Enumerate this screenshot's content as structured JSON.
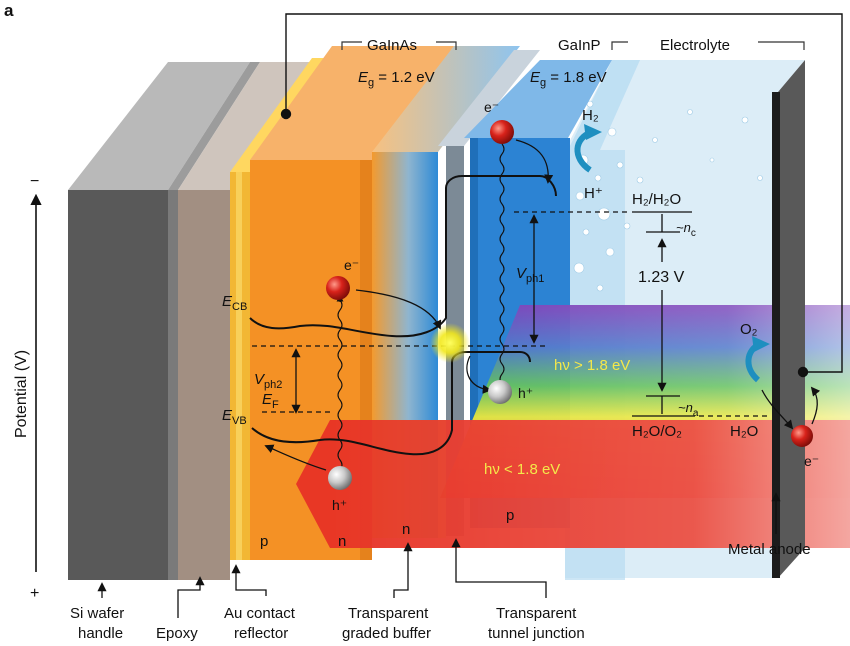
{
  "panel_label": "a",
  "axis": {
    "label": "Potential (V)",
    "minus": "−",
    "plus": "+"
  },
  "headers": {
    "gainas": "GaInAs",
    "gainp": "GaInP",
    "electrolyte": "Electrolyte"
  },
  "bandgaps": {
    "gainas": {
      "sym": "E",
      "sub": "g",
      "value": " = 1.2 eV"
    },
    "gainp": {
      "sym": "E",
      "sub": "g",
      "value": " = 1.8 eV"
    }
  },
  "levels": {
    "ecb": {
      "sym": "E",
      "sub": "CB"
    },
    "evb": {
      "sym": "E",
      "sub": "VB"
    },
    "ef": {
      "sym": "E",
      "sub": "F"
    },
    "vph2": {
      "sym": "V",
      "sub": "ph2"
    },
    "vph1": {
      "sym": "V",
      "sub": "ph1"
    }
  },
  "carriers": {
    "electron": "e⁻",
    "hole": "h⁺"
  },
  "chemistry": {
    "h2": "H₂",
    "hplus": "H⁺",
    "h2_h2o": "H₂/H₂O",
    "nc": "~n",
    "nc_sub": "c",
    "voltage": "1.23 V",
    "na": "~n",
    "na_sub": "a",
    "h2o_o2": "H₂O/O₂",
    "h2o": "H₂O",
    "o2": "O₂"
  },
  "light": {
    "high": "hν > 1.8 eV",
    "low": "hν < 1.8 eV"
  },
  "doping": {
    "p1": "p",
    "n1": "n",
    "n2": "n",
    "p2": "p"
  },
  "callouts": {
    "si_wafer_1": "Si wafer",
    "si_wafer_2": "handle",
    "epoxy": "Epoxy",
    "au_1": "Au contact",
    "au_2": "reflector",
    "buffer_1": "Transparent",
    "buffer_2": "graded buffer",
    "tunnel_1": "Transparent",
    "tunnel_2": "tunnel junction",
    "anode": "Metal anode"
  },
  "colors": {
    "gainas": "#f39221",
    "gainp": "#2a7fcf",
    "electrolyte": "#cfe6f3",
    "si": "#5b5b5b",
    "epoxy": "#a89486",
    "gold": "#f4c23c",
    "anode": "#555555"
  }
}
